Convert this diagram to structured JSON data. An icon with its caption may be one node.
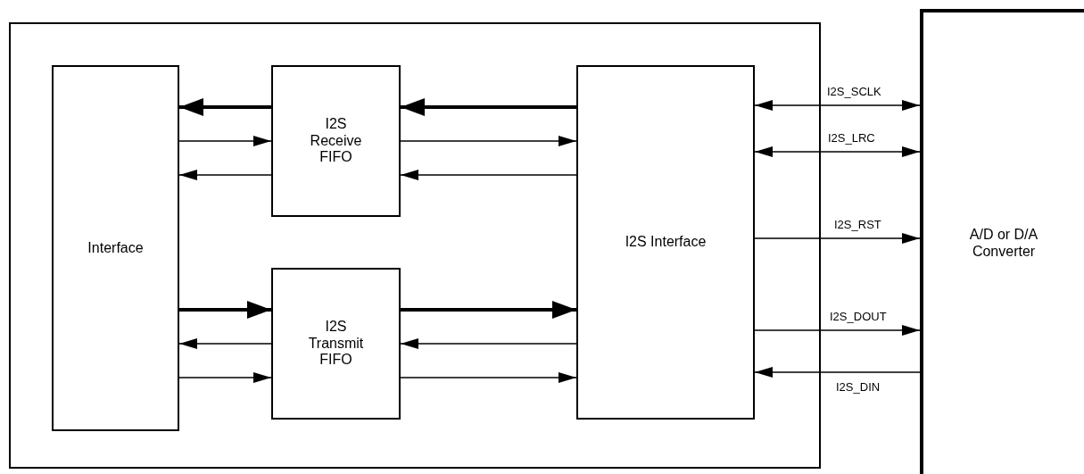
{
  "diagram": {
    "nodes": [
      {
        "text": [],
        "shape": "box"
      },
      {
        "text": [
          "Interface"
        ],
        "in": 0
      },
      {
        "text": [
          "I2S Receive FIFO"
        ],
        "in": 0
      },
      {
        "text": [
          "I2S Transmit FIFO"
        ],
        "in": 0
      },
      {
        "text": [
          "I2S Interface"
        ],
        "in": 0
      },
      {
        "text": [
          "A/D or D/A Converter"
        ]
      }
    ],
    "edges": [
      {
        "from": 2,
        "to": 1,
        "arrow": "to",
        "style": "thick"
      },
      {
        "from": 1,
        "to": 2,
        "arrow": "to"
      },
      {
        "from": 2,
        "to": 1,
        "arrow": "to"
      },
      {
        "from": 4,
        "to": 2,
        "arrow": "to",
        "style": "thick"
      },
      {
        "from": 2,
        "to": 4,
        "arrow": "to"
      },
      {
        "from": 4,
        "to": 2,
        "arrow": "to"
      },
      {
        "from": 1,
        "to": 3,
        "arrow": "to",
        "style": "thick"
      },
      {
        "from": 3,
        "to": 1,
        "arrow": "to"
      },
      {
        "from": 1,
        "to": 3,
        "arrow": "to"
      },
      {
        "from": 3,
        "to": 4,
        "arrow": "to",
        "style": "thick"
      },
      {
        "from": 4,
        "to": 3,
        "arrow": "to"
      },
      {
        "from": 3,
        "to": 4,
        "arrow": "to"
      },
      {
        "from": 4,
        "to": 5,
        "arrow": "both",
        "label": "I2S_SCLK"
      },
      {
        "from": 4,
        "to": 5,
        "arrow": "both",
        "label": "I2S_LRC"
      },
      {
        "from": 4,
        "to": 5,
        "arrow": "to",
        "label": "I2S_RST"
      },
      {
        "from": 4,
        "to": 5,
        "arrow": "to",
        "label": "I2S_DOUT"
      },
      {
        "from": 5,
        "to": 4,
        "arrow": "to",
        "label": "I2S_DIN"
      }
    ]
  }
}
